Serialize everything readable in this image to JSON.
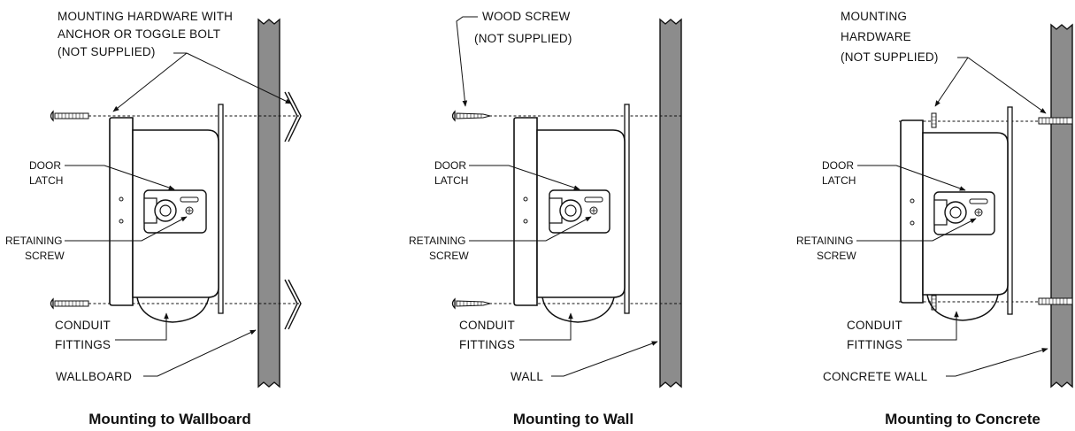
{
  "panels": [
    {
      "caption": "Mounting to Wallboard",
      "hardware_label": [
        "MOUNTING HARDWARE WITH",
        "ANCHOR OR TOGGLE BOLT",
        "(NOT SUPPLIED)"
      ],
      "door_latch_label": [
        "DOOR",
        "LATCH"
      ],
      "retaining_screw_label": [
        "RETAINING",
        "SCREW"
      ],
      "conduit_label": [
        "CONDUIT",
        "FITTINGS"
      ],
      "wall_label": "WALLBOARD"
    },
    {
      "caption": "Mounting to Wall",
      "hardware_label": [
        "WOOD SCREW",
        "(NOT SUPPLIED)"
      ],
      "door_latch_label": [
        "DOOR",
        "LATCH"
      ],
      "retaining_screw_label": [
        "RETAINING",
        "SCREW"
      ],
      "conduit_label": [
        "CONDUIT",
        "FITTINGS"
      ],
      "wall_label": "WALL"
    },
    {
      "caption": "Mounting to Concrete",
      "hardware_label": [
        "MOUNTING",
        "HARDWARE",
        "(NOT SUPPLIED)"
      ],
      "door_latch_label": [
        "DOOR",
        "LATCH"
      ],
      "retaining_screw_label": [
        "RETAINING",
        "SCREW"
      ],
      "conduit_label": [
        "CONDUIT",
        "FITTINGS"
      ],
      "wall_label": "CONCRETE WALL"
    }
  ]
}
